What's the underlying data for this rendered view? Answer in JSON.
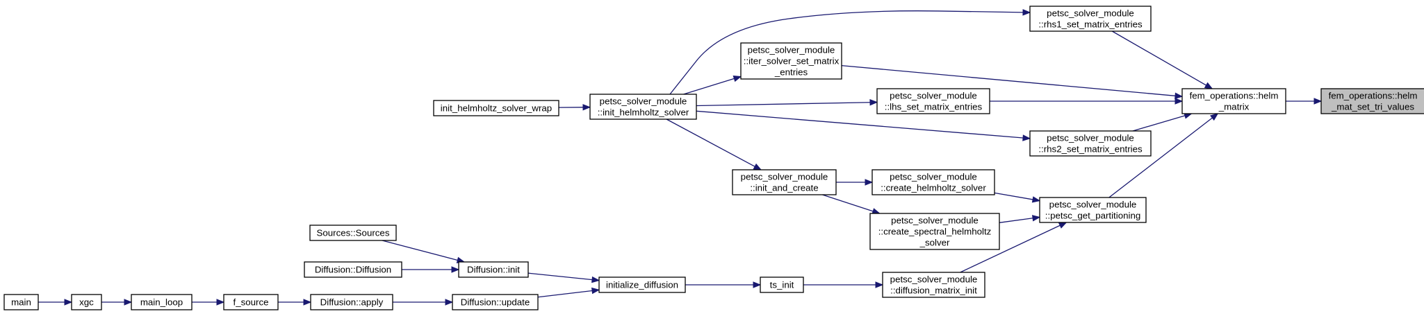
{
  "graph": {
    "title": "",
    "colors": {
      "edge": "#191970",
      "node_border": "#000000",
      "highlight_fill": "#bfbfbf",
      "background": "#ffffff"
    },
    "nodes": {
      "n_helm_tri": {
        "lines": [
          "fem_operations::helm",
          "_mat_set_tri_values"
        ],
        "highlighted": true
      },
      "n_helm": {
        "lines": [
          "fem_operations::helm",
          "_matrix"
        ]
      },
      "n_rhs1": {
        "lines": [
          "petsc_solver_module",
          "::rhs1_set_matrix_entries"
        ]
      },
      "n_iter": {
        "lines": [
          "petsc_solver_module",
          "::iter_solver_set_matrix",
          "_entries"
        ]
      },
      "n_lhs": {
        "lines": [
          "petsc_solver_module",
          "::lhs_set_matrix_entries"
        ]
      },
      "n_rhs2": {
        "lines": [
          "petsc_solver_module",
          "::rhs2_set_matrix_entries"
        ]
      },
      "n_init_helm": {
        "lines": [
          "petsc_solver_module",
          "::init_helmholtz_solver"
        ]
      },
      "n_wrap": {
        "lines": [
          "init_helmholtz_solver_wrap"
        ]
      },
      "n_init_create": {
        "lines": [
          "petsc_solver_module",
          "::init_and_create"
        ]
      },
      "n_create_helm": {
        "lines": [
          "petsc_solver_module",
          "::create_helmholtz_solver"
        ]
      },
      "n_create_spec": {
        "lines": [
          "petsc_solver_module",
          "::create_spectral_helmholtz",
          "_solver"
        ]
      },
      "n_partition": {
        "lines": [
          "petsc_solver_module",
          "::petsc_get_partitioning"
        ]
      },
      "n_diff_mat": {
        "lines": [
          "petsc_solver_module",
          "::diffusion_matrix_init"
        ]
      },
      "n_ts_init": {
        "lines": [
          "ts_init"
        ]
      },
      "n_init_diff": {
        "lines": [
          "initialize_diffusion"
        ]
      },
      "n_diff_init": {
        "lines": [
          "Diffusion::init"
        ]
      },
      "n_diff_update": {
        "lines": [
          "Diffusion::update"
        ]
      },
      "n_sources": {
        "lines": [
          "Sources::Sources"
        ]
      },
      "n_diffusion": {
        "lines": [
          "Diffusion::Diffusion"
        ]
      },
      "n_diff_apply": {
        "lines": [
          "Diffusion::apply"
        ]
      },
      "n_f_source": {
        "lines": [
          "f_source"
        ]
      },
      "n_main_loop": {
        "lines": [
          "main_loop"
        ]
      },
      "n_xgc": {
        "lines": [
          "xgc"
        ]
      },
      "n_main": {
        "lines": [
          "main"
        ]
      }
    },
    "edges": [
      {
        "from": "n_helm",
        "to": "n_helm_tri"
      },
      {
        "from": "n_rhs1",
        "to": "n_helm"
      },
      {
        "from": "n_iter",
        "to": "n_helm"
      },
      {
        "from": "n_lhs",
        "to": "n_helm"
      },
      {
        "from": "n_rhs2",
        "to": "n_helm"
      },
      {
        "from": "n_partition",
        "to": "n_helm"
      },
      {
        "from": "n_init_helm",
        "to": "n_rhs1"
      },
      {
        "from": "n_init_helm",
        "to": "n_iter"
      },
      {
        "from": "n_init_helm",
        "to": "n_lhs"
      },
      {
        "from": "n_init_helm",
        "to": "n_rhs2"
      },
      {
        "from": "n_wrap",
        "to": "n_init_helm"
      },
      {
        "from": "n_init_helm",
        "to": "n_init_create"
      },
      {
        "from": "n_init_create",
        "to": "n_create_helm"
      },
      {
        "from": "n_init_create",
        "to": "n_create_spec"
      },
      {
        "from": "n_create_helm",
        "to": "n_partition"
      },
      {
        "from": "n_create_spec",
        "to": "n_partition"
      },
      {
        "from": "n_diff_mat",
        "to": "n_partition"
      },
      {
        "from": "n_ts_init",
        "to": "n_diff_mat"
      },
      {
        "from": "n_init_diff",
        "to": "n_ts_init"
      },
      {
        "from": "n_diff_init",
        "to": "n_init_diff"
      },
      {
        "from": "n_diff_update",
        "to": "n_init_diff"
      },
      {
        "from": "n_sources",
        "to": "n_diff_init"
      },
      {
        "from": "n_diffusion",
        "to": "n_diff_init"
      },
      {
        "from": "n_diff_apply",
        "to": "n_diff_update"
      },
      {
        "from": "n_f_source",
        "to": "n_diff_apply"
      },
      {
        "from": "n_main_loop",
        "to": "n_f_source"
      },
      {
        "from": "n_xgc",
        "to": "n_main_loop"
      },
      {
        "from": "n_main",
        "to": "n_xgc"
      }
    ]
  }
}
